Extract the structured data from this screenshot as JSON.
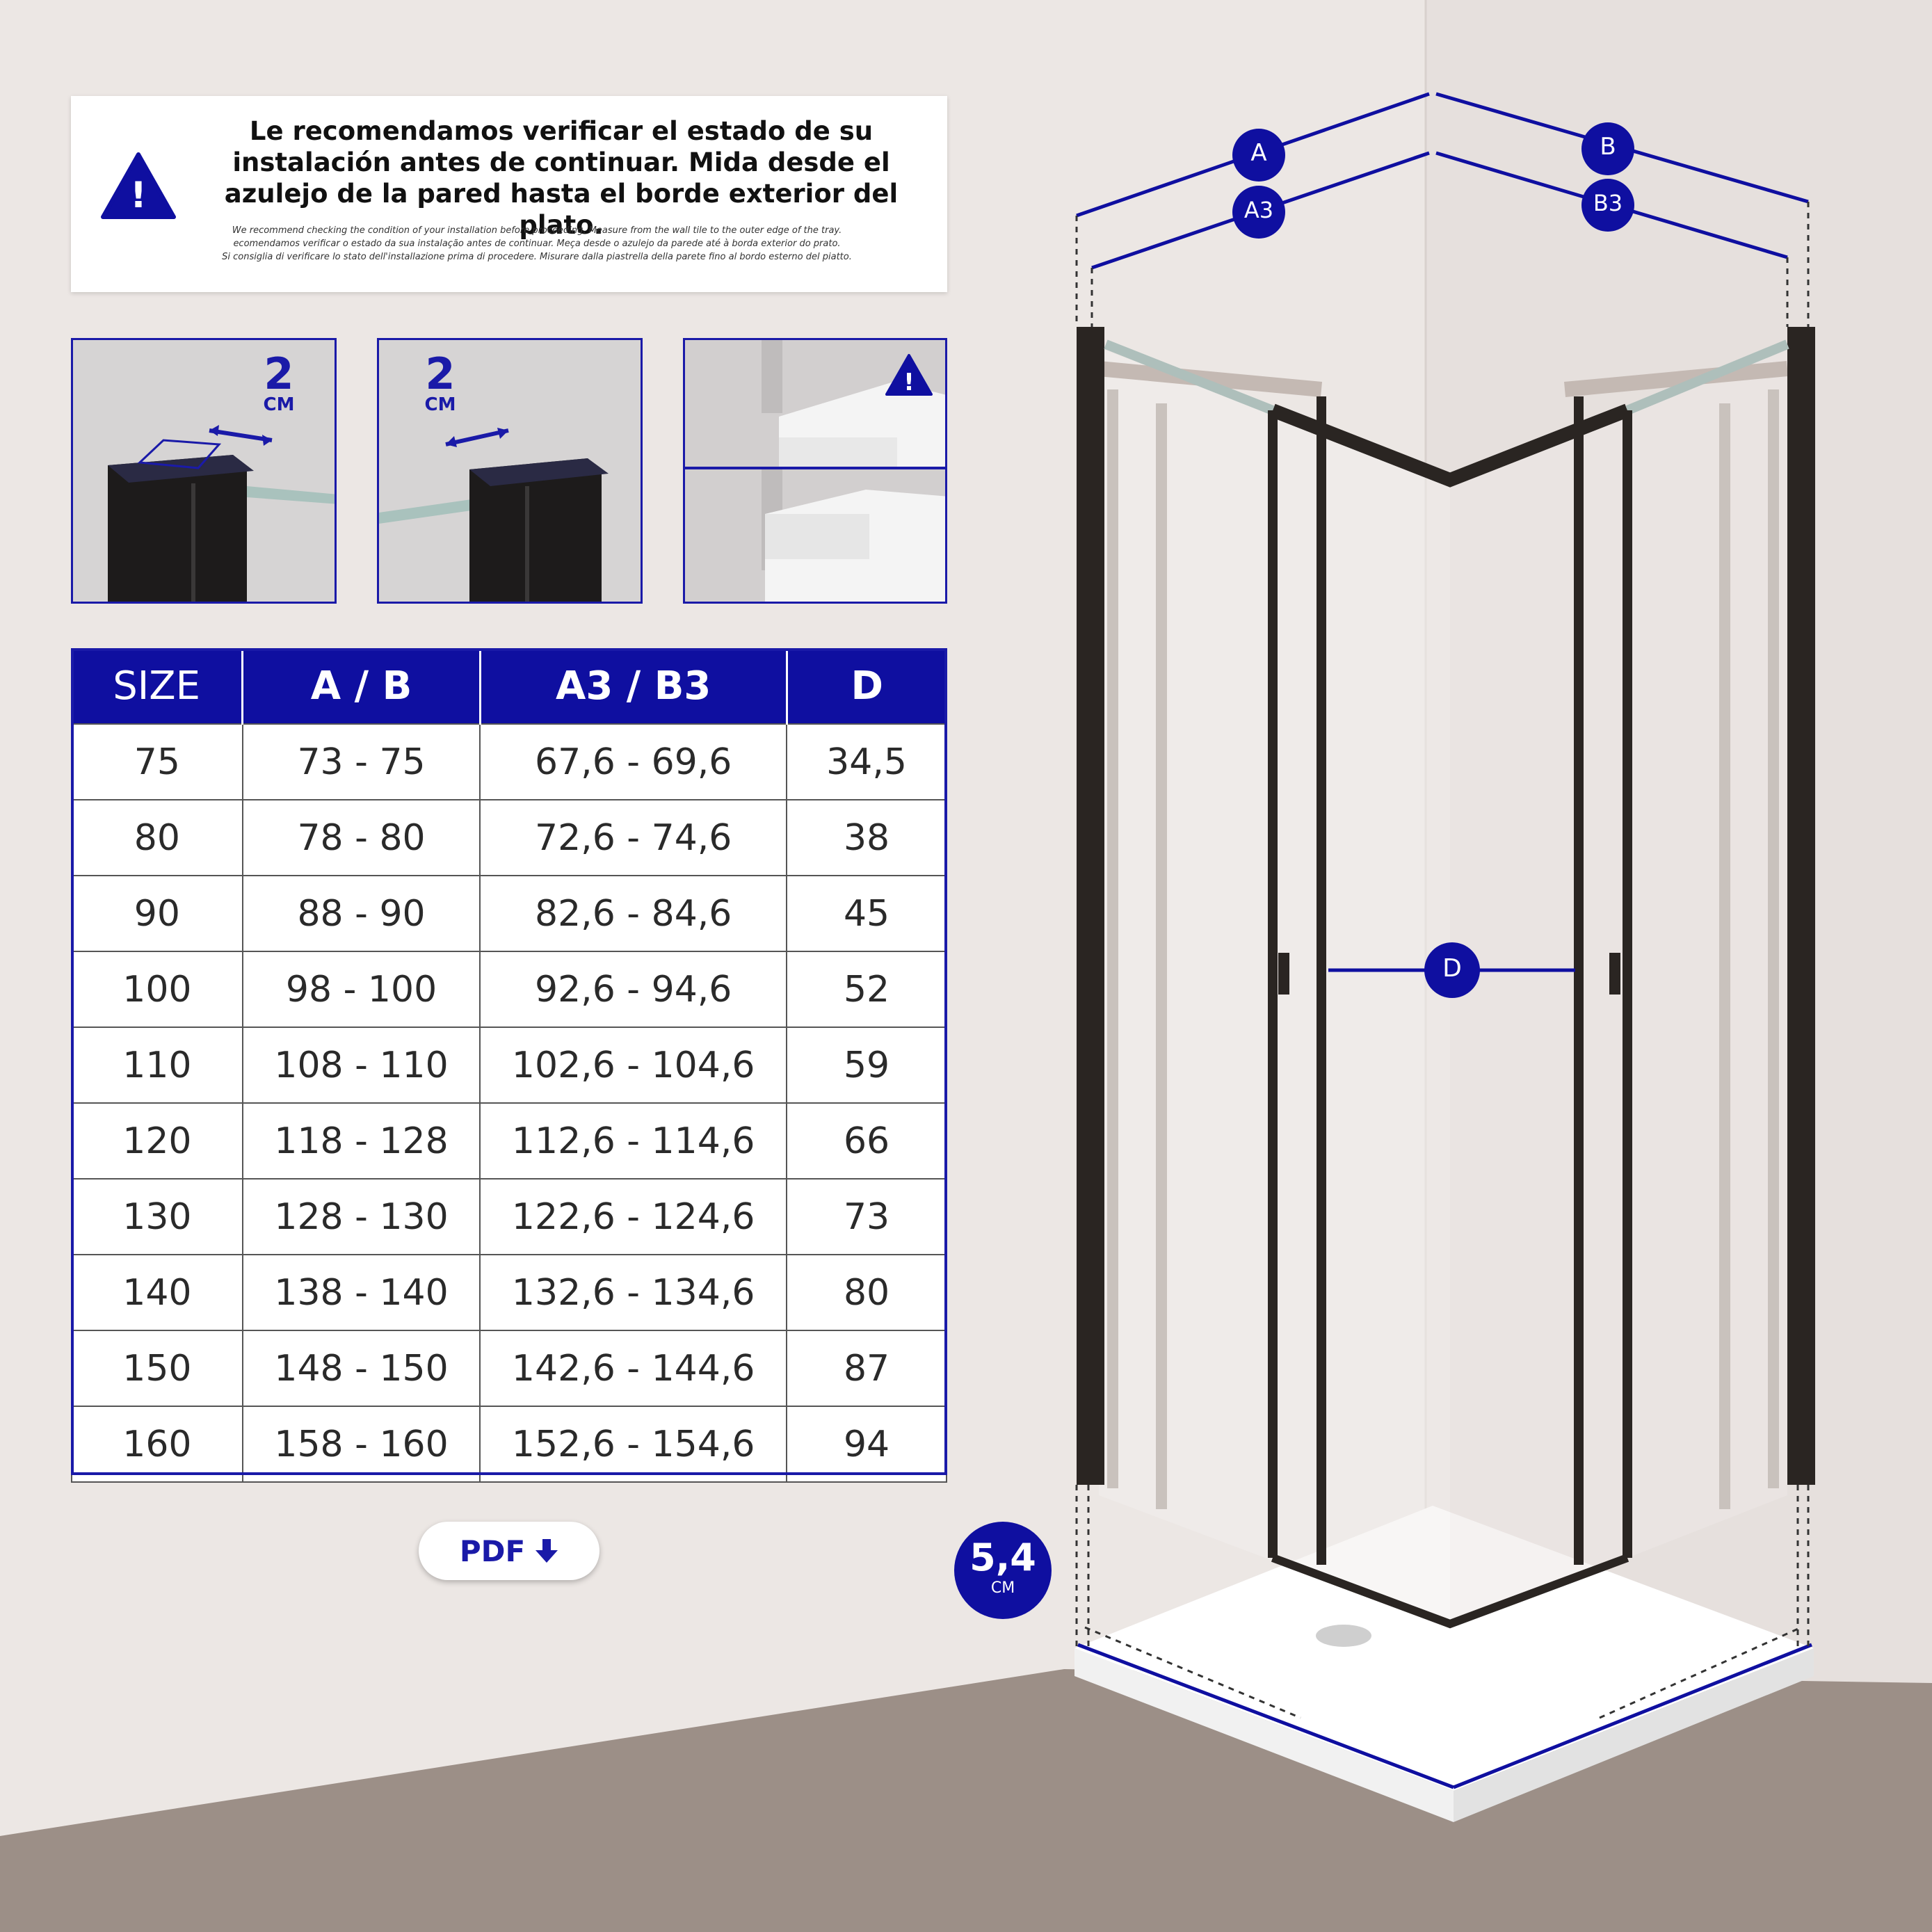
{
  "notice": {
    "main_text": "Le recomendamos verificar el estado de su instalación antes de continuar. Mida desde el azulejo de la pared hasta el borde exterior del plato.",
    "sub_line_1": "We recommend checking the condition of your installation before proceeding. Measure from the wall tile to the outer edge of the tray.",
    "sub_line_2": "ecomendamos verificar o estado da sua instalação antes de continuar. Meça desde o azulejo da parede até à borda exterior do prato.",
    "sub_line_3": "Si consiglia di verificare lo stato dell'installazione prima di procedere. Misurare dalla piastrella della parete fino al bordo esterno del piatto.",
    "icon": "warning-icon",
    "icon_glyph": "!"
  },
  "thumbnails": [
    {
      "value": "2",
      "unit": "CM"
    },
    {
      "value": "2",
      "unit": "CM"
    },
    {
      "icon": "warning-icon",
      "icon_glyph": "!"
    }
  ],
  "table": {
    "headers": [
      "SIZE",
      "A / B",
      "A3 / B3",
      "D"
    ],
    "rows": [
      [
        "75",
        "73 - 75",
        "67,6 - 69,6",
        "34,5"
      ],
      [
        "80",
        "78 - 80",
        "72,6 - 74,6",
        "38"
      ],
      [
        "90",
        "88 - 90",
        "82,6 - 84,6",
        "45"
      ],
      [
        "100",
        "98 - 100",
        "92,6 - 94,6",
        "52"
      ],
      [
        "110",
        "108 - 110",
        "102,6 - 104,6",
        "59"
      ],
      [
        "120",
        "118 - 128",
        "112,6 - 114,6",
        "66"
      ],
      [
        "130",
        "128 - 130",
        "122,6 - 124,6",
        "73"
      ],
      [
        "140",
        "138 - 140",
        "132,6 - 134,6",
        "80"
      ],
      [
        "150",
        "148 - 150",
        "142,6 - 144,6",
        "87"
      ],
      [
        "160",
        "158 - 160",
        "152,6 - 154,6",
        "94"
      ]
    ]
  },
  "pdf_button": {
    "label": "PDF",
    "icon": "download-arrow-icon"
  },
  "tray": {
    "height": "5,4",
    "unit": "CM"
  },
  "diagram_labels": {
    "a": "A",
    "b": "B",
    "a3": "A3",
    "b3": "B3",
    "d": "D"
  },
  "colors": {
    "accent": "#0f0fa0",
    "frame": "#2a2522",
    "wall": "#ece7e4",
    "floor": "#9c8f87"
  }
}
